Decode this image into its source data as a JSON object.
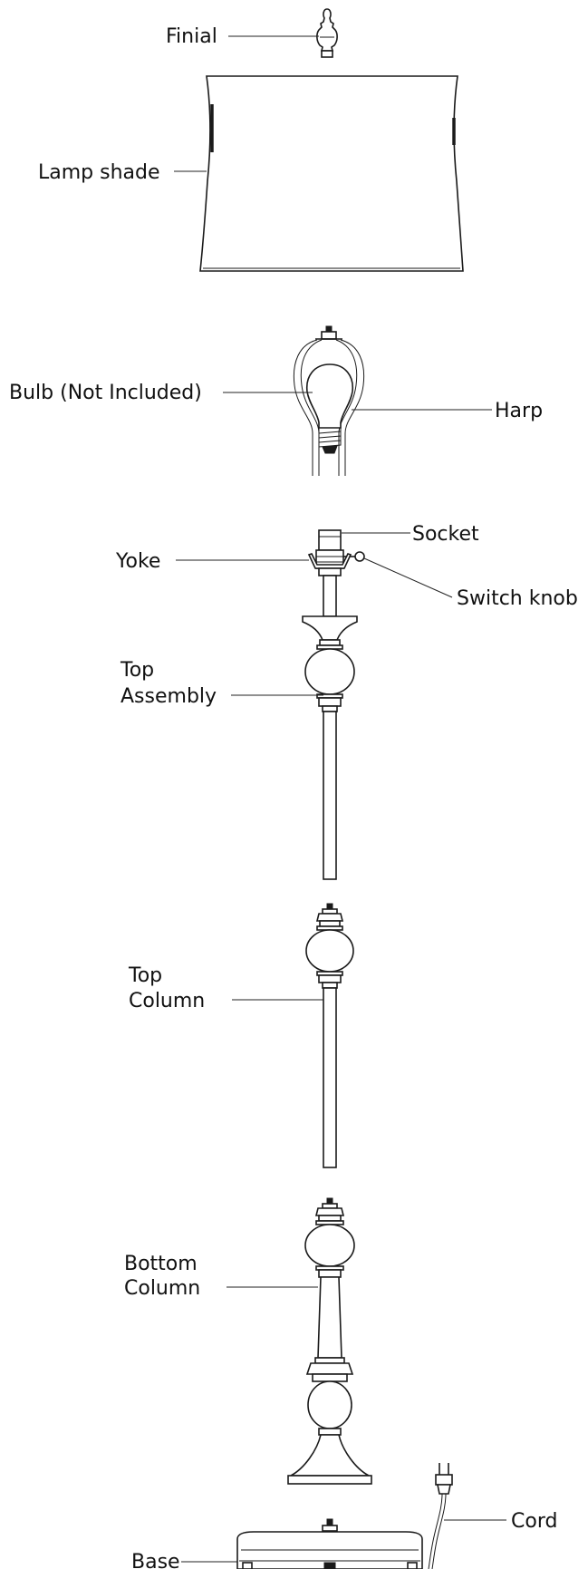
{
  "labels": {
    "finial": "Finial",
    "lamp_shade": "Lamp shade",
    "bulb": "Bulb (Not Included)",
    "harp": "Harp",
    "socket": "Socket",
    "yoke": "Yoke",
    "switch_knob": "Switch knob",
    "top_assembly_line1": "Top",
    "top_assembly_line2": "Assembly",
    "top_column_line1": "Top",
    "top_column_line2": "Column",
    "bottom_column_line1": "Bottom",
    "bottom_column_line2": "Column",
    "cord": "Cord",
    "base": "Base"
  },
  "colors": {
    "line": "#1a1a1a",
    "background": "#ffffff",
    "text": "#111111"
  }
}
